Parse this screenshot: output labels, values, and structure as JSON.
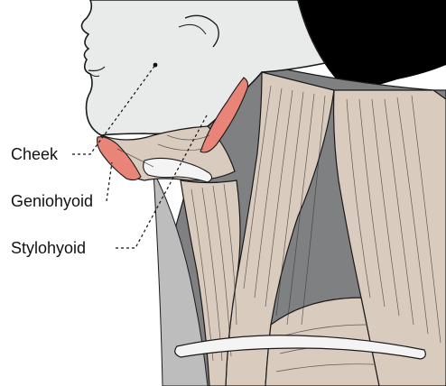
{
  "labels": {
    "cheek": "Cheek",
    "geniohyoid": "Geniohyoid",
    "stylohyoid": "Stylohyoid"
  },
  "colors": {
    "skin": "#e9ebeb",
    "muscle": "#d9cbbd",
    "muscle_highlight": "#e88478",
    "hair": "#000000",
    "deep_shadow": "#7f8082",
    "mid_shadow": "#bdbdbd",
    "bone": "#f4f4f4",
    "outline": "#1a1a1a"
  },
  "icons": {
    "anatomy": "neck-muscles-illustration"
  }
}
